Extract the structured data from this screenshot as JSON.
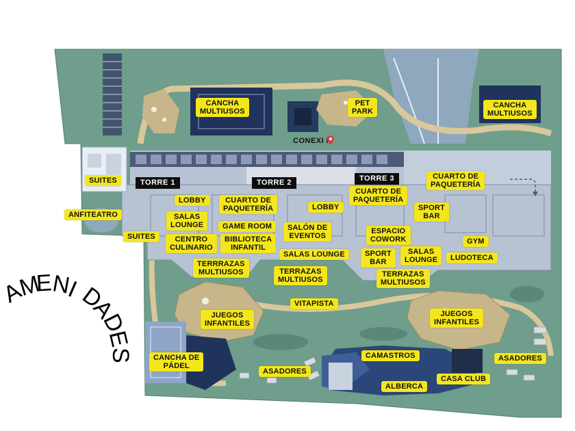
{
  "title": "AMENIDADES",
  "brand": "CONEXI N",
  "colors": {
    "land": "#6f9e8c",
    "path": "#d9c89b",
    "building": "#b7c2d3",
    "buildingDark": "#4d5a7a",
    "court": "#20335c",
    "label": "#f4e61c",
    "pin": "#e23c3c"
  },
  "towers": [
    {
      "id": "t1",
      "label": "TORRE 1"
    },
    {
      "id": "t2",
      "label": "TORRE 2"
    },
    {
      "id": "t3",
      "label": "TORRE 3"
    }
  ],
  "amenities": [
    {
      "id": "cancha1",
      "label": "CANCHA\nMULTIUSOS"
    },
    {
      "id": "petpark",
      "label": "PET\nPARK"
    },
    {
      "id": "cancha2",
      "label": "CANCHA\nMULTIUSOS"
    },
    {
      "id": "suites1",
      "label": "SUITES"
    },
    {
      "id": "anfiteatro",
      "label": "ANFITEATRO"
    },
    {
      "id": "suites2",
      "label": "SUITES"
    },
    {
      "id": "lobby1",
      "label": "LOBBY"
    },
    {
      "id": "salaslounge1",
      "label": "SALAS\nLOUNGE"
    },
    {
      "id": "centroculinario",
      "label": "CENTRO\nCULINARIO"
    },
    {
      "id": "cuartopaq2",
      "label": "CUARTO DE\nPAQUETERÍA"
    },
    {
      "id": "gameroom",
      "label": "GAME ROOM"
    },
    {
      "id": "biblioteca",
      "label": "BIBLIOTECA\nINFANTIL"
    },
    {
      "id": "terrazas1",
      "label": "TERRRAZAS\nMULTIUSOS"
    },
    {
      "id": "lobby2",
      "label": "LOBBY"
    },
    {
      "id": "salondeeventos",
      "label": "SALÓN DE\nEVENTOS"
    },
    {
      "id": "salaslounge2",
      "label": "SALAS LOUNGE"
    },
    {
      "id": "terrazas2",
      "label": "TERRAZAS\nMULTIUSOS"
    },
    {
      "id": "cuartopaq3",
      "label": "CUARTO DE\nPAQUETERÍA"
    },
    {
      "id": "cuartopaq4",
      "label": "CUARTO DE\nPAQUETERÍA"
    },
    {
      "id": "sportbar1",
      "label": "SPORT\nBAR"
    },
    {
      "id": "espaciocowork",
      "label": "ESPACIO\nCOWORK"
    },
    {
      "id": "gym",
      "label": "GYM"
    },
    {
      "id": "sportbar2",
      "label": "SPORT\nBAR"
    },
    {
      "id": "salaslounge3",
      "label": "SALAS\nLOUNGE"
    },
    {
      "id": "ludoteca",
      "label": "LUDOTECA"
    },
    {
      "id": "terrazas3",
      "label": "TERRAZAS\nMULTIUSOS"
    },
    {
      "id": "vitapista",
      "label": "VITAPISTA"
    },
    {
      "id": "juegos1",
      "label": "JUEGOS\nINFANTILES"
    },
    {
      "id": "juegos2",
      "label": "JUEGOS\nINFANTILES"
    },
    {
      "id": "canchapadel",
      "label": "CANCHA DE\nPÁDEL"
    },
    {
      "id": "asadores1",
      "label": "ASADORES"
    },
    {
      "id": "camastros",
      "label": "CAMASTROS"
    },
    {
      "id": "asadores2",
      "label": "ASADORES"
    },
    {
      "id": "alberca",
      "label": "ALBERCA"
    },
    {
      "id": "casaclub",
      "label": "CASA CLUB"
    }
  ]
}
